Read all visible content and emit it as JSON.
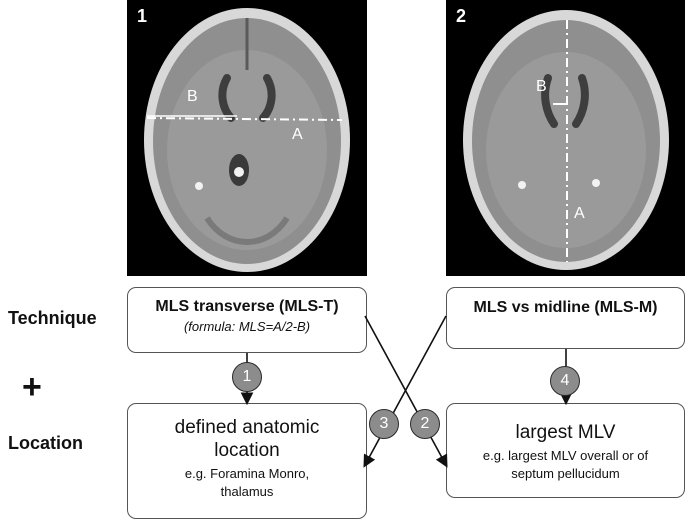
{
  "panels": {
    "left": {
      "number": "1",
      "label_b": "B",
      "label_a": "A"
    },
    "right": {
      "number": "2",
      "label_b": "B",
      "label_a": "A"
    }
  },
  "rows": {
    "technique": "Technique",
    "plus": "+",
    "location": "Location"
  },
  "technique_boxes": {
    "transverse": {
      "title": "MLS transverse (MLS-T)",
      "subtitle": "(formula: MLS=A/2-B)"
    },
    "midline": {
      "title": "MLS vs midline (MLS-M)"
    }
  },
  "location_boxes": {
    "anatomic": {
      "title_line1": "defined anatomic",
      "title_line2": "location",
      "sub_line1": "e.g. Foramina Monro,",
      "sub_line2": "thalamus"
    },
    "mlv": {
      "title": "largest MLV",
      "sub_line1": "e.g. largest MLV overall or of",
      "sub_line2": "septum pellucidum"
    }
  },
  "badges": [
    "1",
    "2",
    "3",
    "4"
  ],
  "colors": {
    "badge_fill": "#8c8c8c",
    "line": "#111111",
    "ct_background": "#000000"
  }
}
